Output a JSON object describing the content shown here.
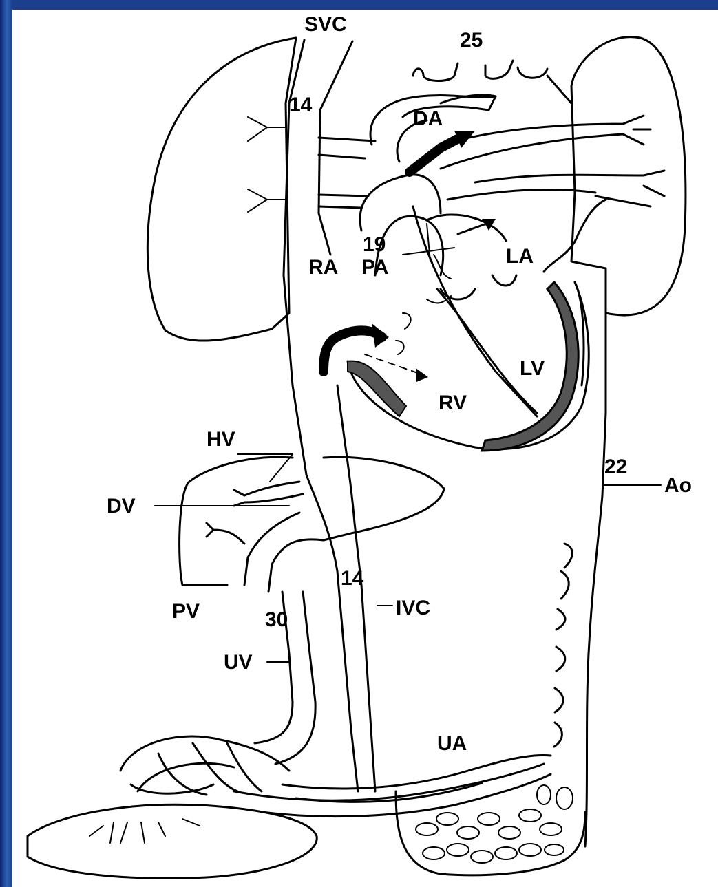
{
  "labels": {
    "svc": "SVC",
    "n25": "25",
    "n14_top": "14",
    "da": "DA",
    "n19": "19",
    "pa": "PA",
    "ra": "RA",
    "la": "LA",
    "lv": "LV",
    "rv": "RV",
    "hv": "HV",
    "dv": "DV",
    "n22": "22",
    "ao": "Ao",
    "n14_mid": "14",
    "ivc": "IVC",
    "pv": "PV",
    "n30": "30",
    "uv": "UV",
    "ua": "UA"
  },
  "colors": {
    "background": "#1b3f8c",
    "panel": "#ffffff",
    "ink": "#000000"
  }
}
